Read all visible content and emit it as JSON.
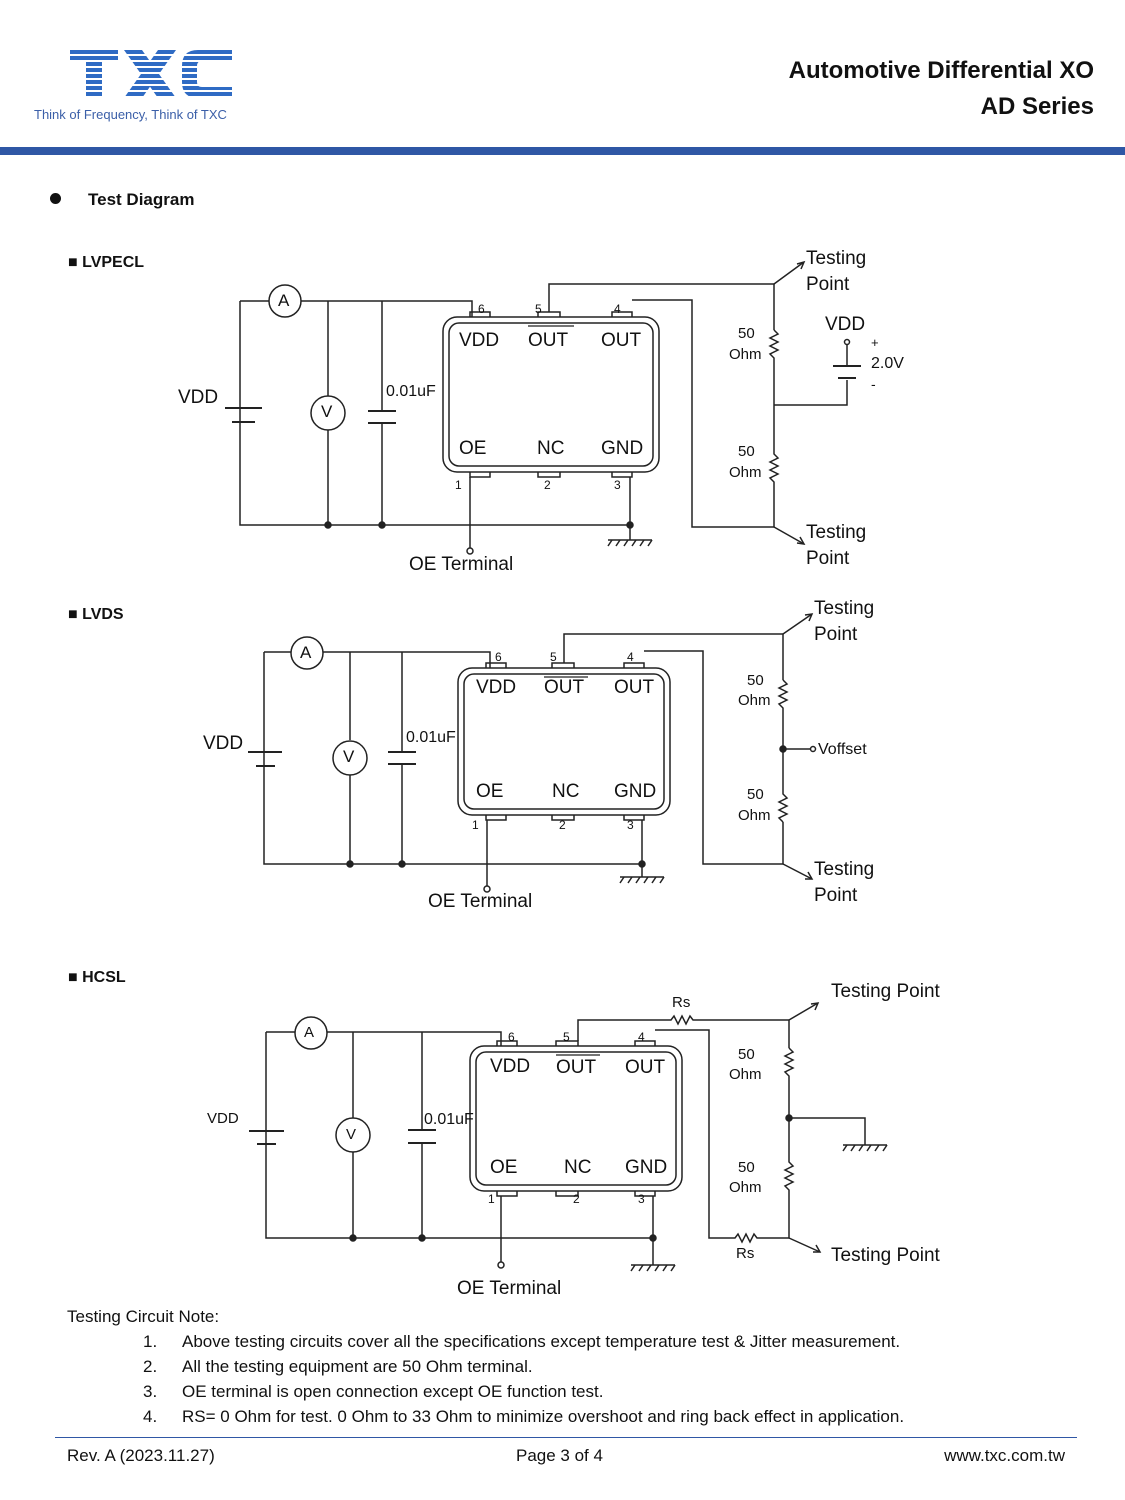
{
  "header": {
    "logo_text": "TXC",
    "tagline": "Think of Frequency, Think of TXC",
    "title_line1": "Automotive Differential XO",
    "title_line2": "AD Series"
  },
  "section": {
    "title": "Test Diagram"
  },
  "diagrams": {
    "lvpecl": {
      "heading": "■ LVPECL",
      "vdd": "VDD",
      "cap": "0.01uF",
      "ammeter": "A",
      "voltmeter": "V",
      "pin_labels": [
        "VDD",
        "OUT",
        "OUT",
        "OE",
        "NC",
        "GND"
      ],
      "pin_numbers": [
        "6",
        "5",
        "4",
        "1",
        "2",
        "3"
      ],
      "oe_terminal": "OE Terminal",
      "testing_top_1": "Testing",
      "testing_top_2": "Point",
      "testing_bot_1": "Testing",
      "testing_bot_2": "Point",
      "r_top_1": "50",
      "r_top_2": "Ohm",
      "r_bot_1": "50",
      "r_bot_2": "Ohm",
      "supply_label": "VDD",
      "supply_plus": "+",
      "supply_value": "2.0V",
      "supply_minus": "-"
    },
    "lvds": {
      "heading": "■ LVDS",
      "vdd": "VDD",
      "cap": "0.01uF",
      "ammeter": "A",
      "voltmeter": "V",
      "pin_labels": [
        "VDD",
        "OUT",
        "OUT",
        "OE",
        "NC",
        "GND"
      ],
      "pin_numbers": [
        "6",
        "5",
        "4",
        "1",
        "2",
        "3"
      ],
      "oe_terminal": "OE Terminal",
      "testing_top_1": "Testing",
      "testing_top_2": "Point",
      "testing_bot_1": "Testing",
      "testing_bot_2": "Point",
      "r_top_1": "50",
      "r_top_2": "Ohm",
      "r_bot_1": "50",
      "r_bot_2": "Ohm",
      "voffset": "Voffset"
    },
    "hcsl": {
      "heading": "■ HCSL",
      "vdd": "VDD",
      "cap": "0.01uF",
      "ammeter": "A",
      "voltmeter": "V",
      "pin_labels": [
        "VDD",
        "OUT",
        "OUT",
        "OE",
        "NC",
        "GND"
      ],
      "pin_numbers": [
        "6",
        "5",
        "4",
        "1",
        "2",
        "3"
      ],
      "oe_terminal": "OE Terminal",
      "testing_top": "Testing Point",
      "testing_bot": "Testing Point",
      "r_top_1": "50",
      "r_top_2": "Ohm",
      "r_bot_1": "50",
      "r_bot_2": "Ohm",
      "rs_top": "Rs",
      "rs_bot": "Rs"
    }
  },
  "notes": {
    "heading": "Testing Circuit Note:",
    "items": [
      {
        "num": "1.",
        "text": "Above testing circuits cover all the specifications except temperature test & Jitter measurement."
      },
      {
        "num": "2.",
        "text": "All the testing equipment are 50 Ohm terminal."
      },
      {
        "num": "3.",
        "text": "OE terminal is open connection except OE function test."
      },
      {
        "num": "4.",
        "text": "RS= 0 Ohm for test. 0 Ohm to 33 Ohm to minimize overshoot and ring back effect in application."
      }
    ]
  },
  "footer": {
    "rev": "Rev. A (2023.11.27)",
    "page": "Page 3 of 4",
    "url": "www.txc.com.tw"
  },
  "colors": {
    "brand_blue": "#2f57a5"
  }
}
